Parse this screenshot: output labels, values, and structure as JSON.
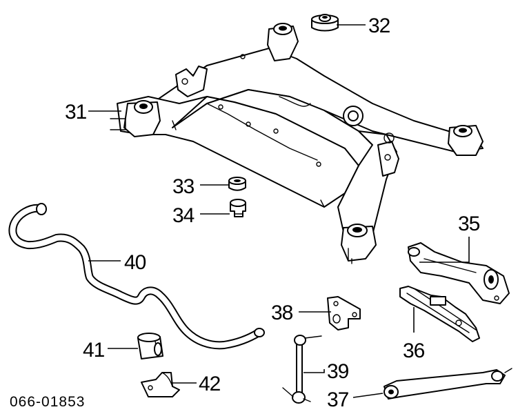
{
  "diagram": {
    "doc_code": "066-01853",
    "callouts": {
      "c31": "31",
      "c32": "32",
      "c33": "33",
      "c34": "34",
      "c35": "35",
      "c36": "36",
      "c37": "37",
      "c38": "38",
      "c39": "39",
      "c40": "40",
      "c41": "41",
      "c42": "42"
    }
  }
}
